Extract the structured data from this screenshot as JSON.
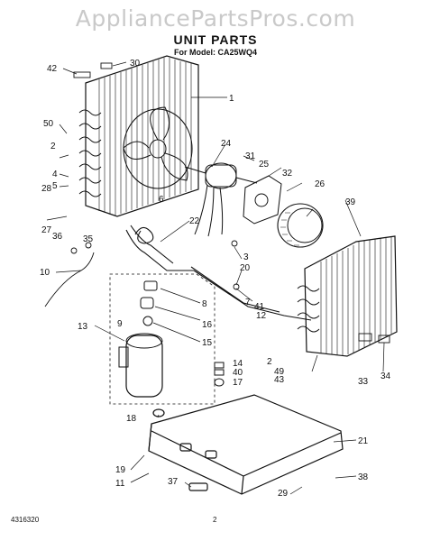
{
  "watermark": "AppliancePartsPros.com",
  "title": "UNIT PARTS",
  "subtitle": "For Model: CA25WQ4",
  "document_number": "4316320",
  "page_number": "2",
  "callouts": [
    "42",
    "30",
    "1",
    "50",
    "2",
    "4",
    "5",
    "28",
    "27",
    "36",
    "35",
    "10",
    "24",
    "31",
    "25",
    "32",
    "26",
    "39",
    "22",
    "3",
    "20",
    "7",
    "41",
    "12",
    "8",
    "16",
    "9",
    "15",
    "13",
    "14",
    "40",
    "17",
    "43",
    "2",
    "49",
    "33",
    "34",
    "18",
    "21",
    "19",
    "11",
    "37",
    "29",
    "38",
    "6"
  ]
}
